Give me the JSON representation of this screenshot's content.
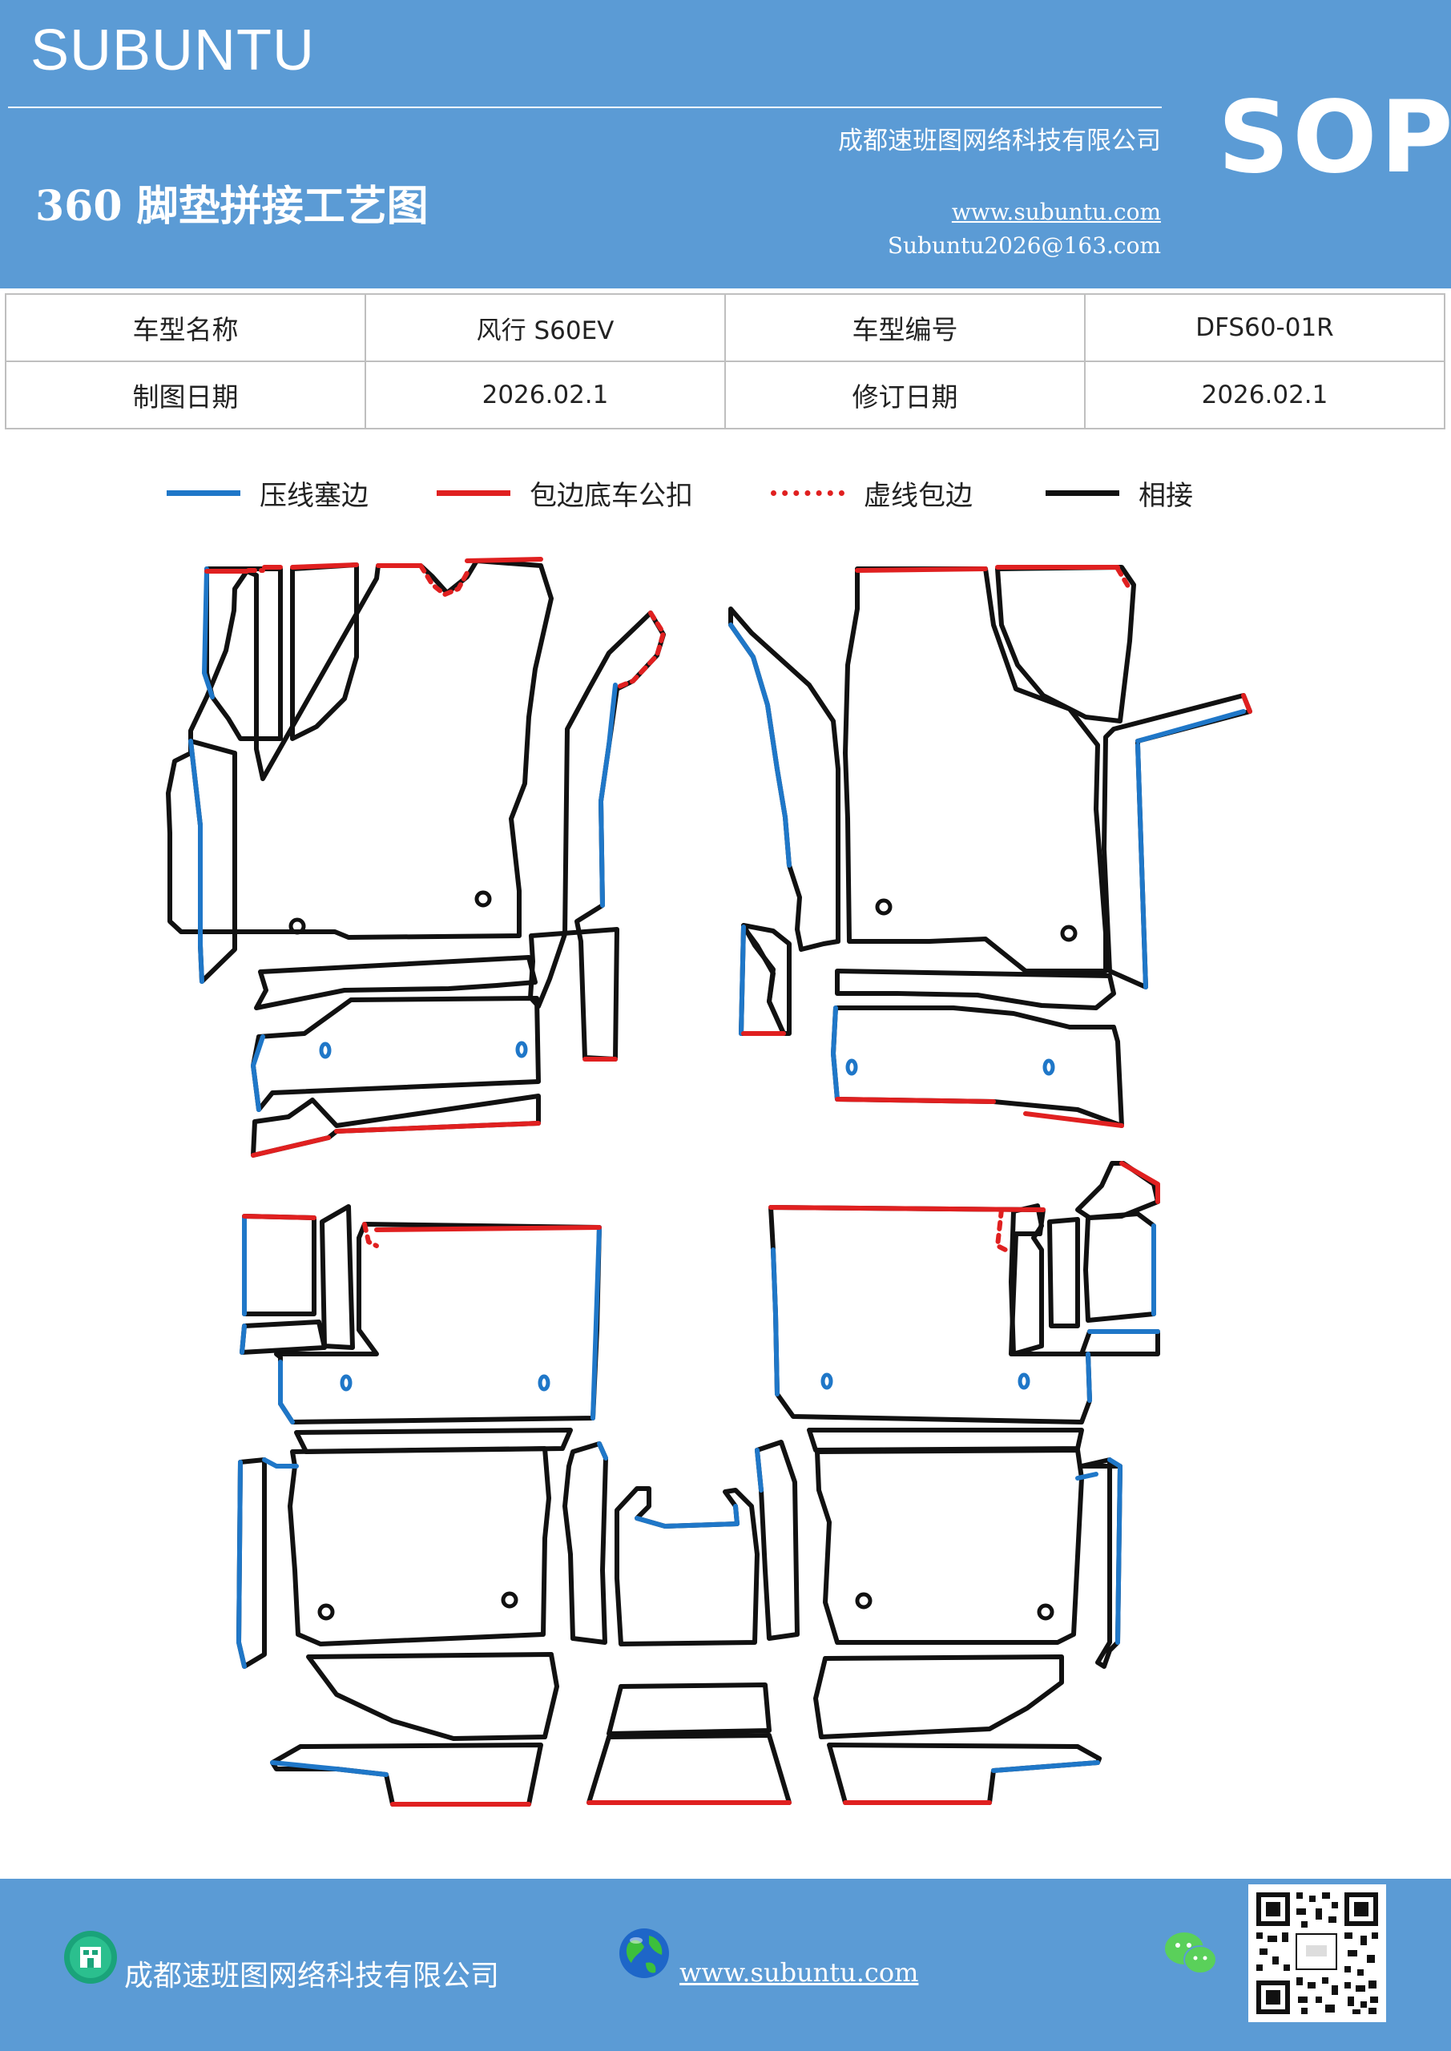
{
  "header": {
    "brand": "SUBUNTU",
    "company": "成都速班图网络科技有限公司",
    "title": "360 脚垫拼接工艺图",
    "website": "www.subuntu.com",
    "email": "Subuntu2026@163.com",
    "badge": "SOP"
  },
  "info": {
    "row1": {
      "label1": "车型名称",
      "value1": "风行 S60EV",
      "label2": "车型编号",
      "value2": "DFS60-01R"
    },
    "row2": {
      "label1": "制图日期",
      "value1": "2026.02.1",
      "label2": "修订日期",
      "value2": "2026.02.1"
    }
  },
  "legend": [
    {
      "label": "压线塞边",
      "color": "#1f77c8",
      "style": "solid"
    },
    {
      "label": "包边底车公扣",
      "color": "#e02020",
      "style": "solid"
    },
    {
      "label": "虚线包边",
      "color": "#e02020",
      "style": "dotted"
    },
    {
      "label": "相接",
      "color": "#111111",
      "style": "solid"
    }
  ],
  "footer": {
    "company": "成都速班图网络科技有限公司",
    "website": "www.subuntu.com"
  },
  "colors": {
    "brand_blue": "#5b9bd5",
    "press_line": "#1f77c8",
    "edge_red": "#e02020",
    "join_black": "#111111"
  },
  "icons": [
    "building-icon",
    "globe-icon",
    "wechat-icon",
    "qr-code"
  ]
}
